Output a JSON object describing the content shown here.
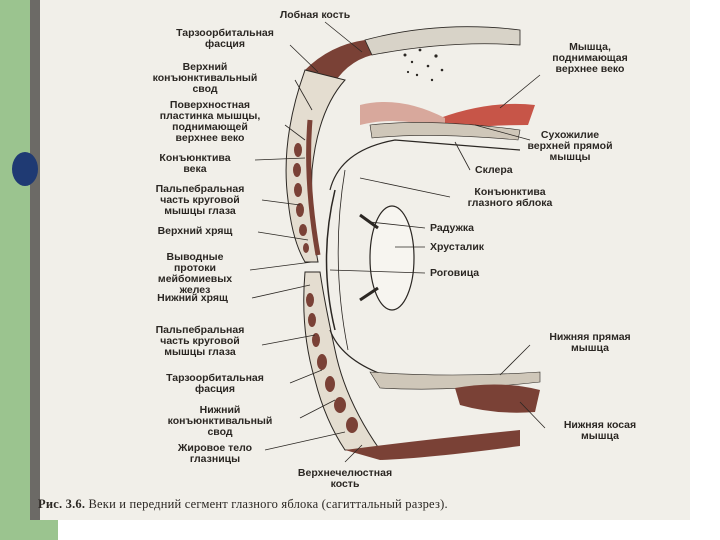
{
  "labels": {
    "frontal_bone": "Лобная кость",
    "tarso_orbital_fascia_top": "Тарзоорбитальная\nфасция",
    "upper_conj_fornix": "Верхний\nконъюнктивальный\nсвод",
    "levator_lamina": "Поверхностная\nпластинка мышцы,\nподнимающей\nверхнее веко",
    "eyelid_conjunctiva": "Конъюнктива\nвека",
    "palpebral_orbicularis_top": "Пальпебральная\nчасть круговой\nмышцы глаза",
    "upper_margin": "Верхний хрящ",
    "meibomian_ducts": "Выводные\nпротоки\nмейбомиевых\nжелез",
    "lower_margin": "Нижний хрящ",
    "palpebral_orbicularis_bottom": "Пальпебральная\nчасть круговой\nмышцы глаза",
    "tarso_orbital_fascia_bottom": "Тарзоорбитальная\nфасция",
    "lower_conj_fornix": "Нижний\nконъюнктивальный\nсвод",
    "orbital_fat": "Жировое тело\nглазницы",
    "maxilla": "Верхнечелюстная\nкость",
    "levator_muscle": "Мышца,\nподнимающая\nверхнее веко",
    "superior_rectus_tendon": "Сухожилие\nверхней прямой\nмышцы",
    "sclera": "Склера",
    "bulbar_conjunctiva": "Конъюнктива\nглазного яблока",
    "iris": "Радужка",
    "lens": "Хрусталик",
    "cornea": "Роговица",
    "inferior_rectus": "Нижняя прямая\nмышца",
    "inferior_oblique": "Нижняя косая\nмышца"
  },
  "caption": {
    "prefix": "Рис. 3.6.",
    "text": " Веки и передний сегмент глазного яблока (сагиттальный разрез)."
  },
  "colors": {
    "muscle": "#7a4136",
    "muscle_red": "#c0392b",
    "line": "#2b2723",
    "background": "#f1efe9",
    "green_bar": "#9bc48f",
    "bullet": "#1f3a73"
  }
}
